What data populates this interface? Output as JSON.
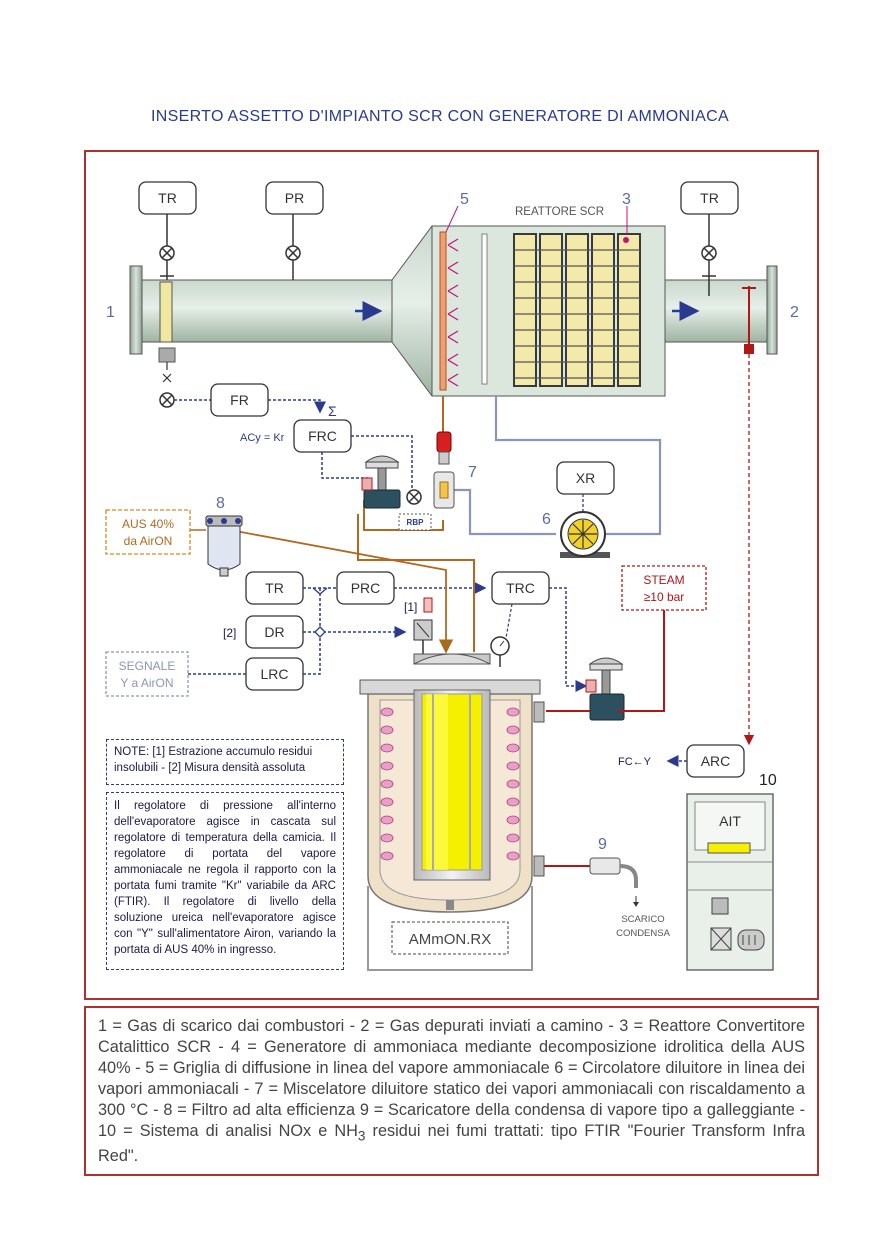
{
  "title": "INSERTO ASSETTO D'IMPIANTO SCR CON GENERATORE DI AMMONIACA",
  "instruments": {
    "tr_inlet": "TR",
    "pr": "PR",
    "tr_outlet": "TR",
    "fr": "FR",
    "frc": "FRC",
    "xr": "XR",
    "tr_evap": "TR",
    "prc": "PRC",
    "trc": "TRC",
    "dr": "DR",
    "lrc": "LRC",
    "arc": "ARC",
    "ait": "AIT"
  },
  "labels": {
    "reactor": "REATTORE SCR",
    "sigma": "Σ",
    "acy": "ACy = Kr",
    "rbp": "RBP",
    "aus": "AUS 40%",
    "aus_src": "da AirON",
    "steam": "STEAM",
    "steam_p": "≥10 bar",
    "signal": "SEGNALE",
    "signal_src": "Y a AirON",
    "fc": "FC←Y",
    "tag1": "[1]",
    "tag2": "[2]",
    "ammon": "AMmON.RX",
    "scarico": "SCARICO",
    "condensa": "CONDENSA"
  },
  "numbers": {
    "n1": "1",
    "n2": "2",
    "n3": "3",
    "n5": "5",
    "n6": "6",
    "n7": "7",
    "n8": "8",
    "n9": "9",
    "n10": "10"
  },
  "notes": {
    "note1": "NOTE: [1] Estrazione accumulo residui insolubili - [2] Misura densità assoluta",
    "note2": "Il regolatore di pressione all'interno dell'evaporatore agisce in cascata sul regolatore di temperatura della camicia. Il regolatore di portata del vapore ammoniacale ne regola il rapporto con la portata fumi tramite \"Kr\" variabile da ARC (FTIR). Il regolatore di livello della soluzione ureica nell'evaporatore agisce con \"Y\" sull'alimentatore Airon, variando la portata di AUS 40% in ingresso."
  },
  "legend": {
    "line1": "1 = Gas di scarico dai combustori - 2 = Gas depurati inviati a camino - 3 = Reattore Convertitore Catalittico SCR - 4 = Generatore di ammoniaca mediante decomposizione idrolitica della AUS 40% - 5 = Griglia di diffusione in linea del vapore ammoniacale 6 = Circolatore diluitore in linea dei vapori ammoniacali - 7 = Miscelatore diluitore statico dei vapori ammoniacali con riscaldamento a 300 °C - 8 = Filtro ad alta efficienza 9 = Scaricatore della condensa di vapore tipo a galleggiante - 10 = Sistema di analisi NOx e NH",
    "sub": "3",
    "line2": " residui nei fumi trattati: tipo FTIR \"Fourier Transform Infra Red\"."
  }
}
